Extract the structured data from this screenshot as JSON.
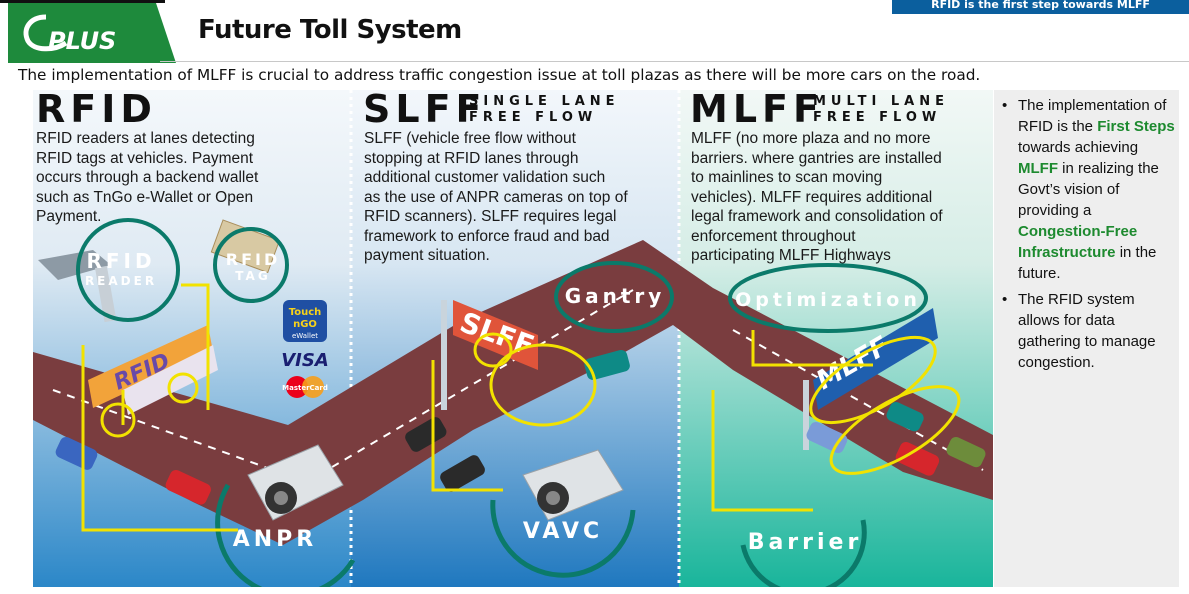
{
  "header": {
    "banner_text": "RFID is the first step towards MLFF",
    "logo_text": "PLUS",
    "title": "Future Toll System",
    "subtitle": "The implementation of MLFF is crucial to address traffic congestion issue at toll plazas as there will be more cars on the road."
  },
  "panels": {
    "rfid": {
      "heading": "RFID",
      "desc": [
        "RFID readers at lanes detecting",
        "RFID tags at vehicles. Payment",
        "occurs through a backend wallet",
        "such as TnGo e-Wallet or Open",
        "Payment."
      ],
      "labels": {
        "reader_1": "RFID",
        "reader_2": "READER",
        "tag_1": "RFID",
        "tag_2": "TAG",
        "gantry_sign": "RFID",
        "camera": "ANPR"
      },
      "payments": {
        "tng_1": "Touch",
        "tng_2": "nGO",
        "tng_3": "eWallet",
        "visa": "VISA",
        "mastercard": "MasterCard"
      }
    },
    "slff": {
      "heading": "SLFF",
      "sub_1": "SINGLE LANE",
      "sub_2": "FREE FLOW",
      "desc": [
        "SLFF (vehicle free flow without",
        "stopping at RFID lanes through",
        "additional customer validation such",
        "as the use of ANPR cameras on top of",
        "RFID scanners). SLFF requires legal",
        "framework to enforce fraud and bad",
        "payment situation."
      ],
      "labels": {
        "gantry": "Gantry",
        "gantry_sign": "SLFF",
        "camera": "VAVC"
      }
    },
    "mlff": {
      "heading": "MLFF",
      "sub_1": "MULTI LANE",
      "sub_2": "FREE FLOW",
      "desc": [
        "MLFF (no more plaza and no more",
        "barriers. where gantries are installed",
        "to mainlines to scan moving",
        "vehicles). MLFF requires additional",
        "legal framework and consolidation of",
        "enforcement throughout",
        "participating MLFF Highways"
      ],
      "labels": {
        "optimization": "Optimization",
        "gantry_sign": "MLFF",
        "barrier": "Barrier"
      }
    }
  },
  "sidebar": {
    "b1_p1": "The implementation of RFID is the ",
    "b1_hl1": "First Steps",
    "b1_p2": " towards achieving ",
    "b1_hl2": "MLFF",
    "b1_p3": " in realizing the Govt’s vision of providing a ",
    "b1_hl3": "Congestion-Free Infrastructure",
    "b1_p4": " in the future.",
    "b2": "The RFID system allows for data gathering to manage congestion."
  },
  "colors": {
    "brand_green": "#1e8a3c",
    "banner_blue": "#0b5f9e",
    "highlight_green": "#1d8a2f",
    "road": "#7a3d3f",
    "annotation_yellow": "#f2e200",
    "circle_teal": "#0b7a6a"
  }
}
